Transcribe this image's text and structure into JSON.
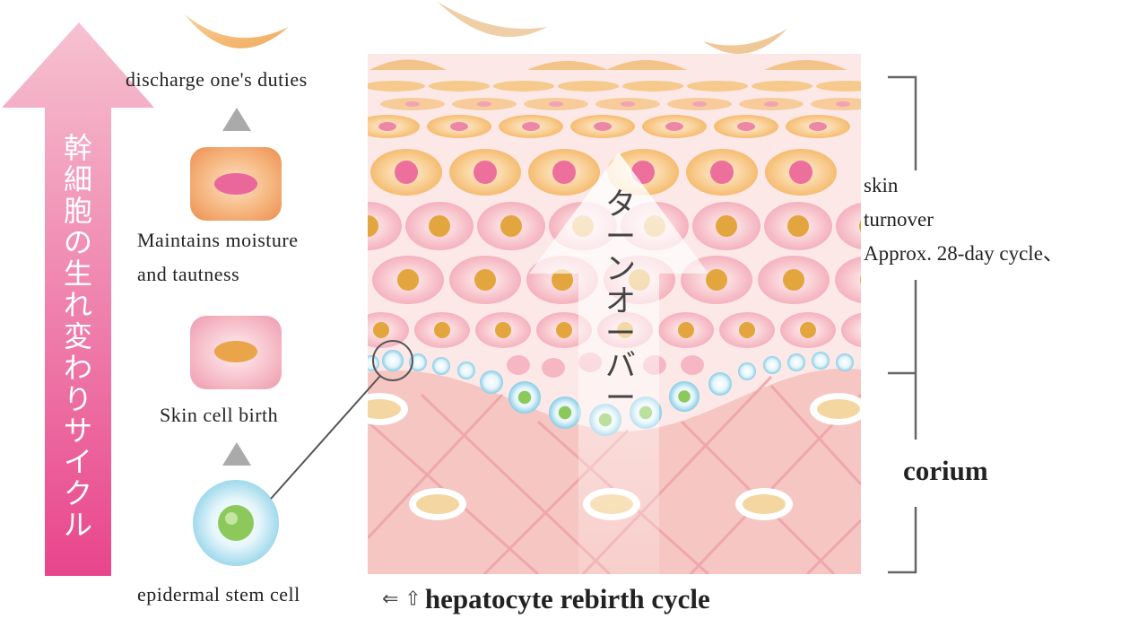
{
  "cycle_arrow": {
    "label_chars": [
      "幹",
      "細",
      "胞",
      "の",
      "生",
      "れ",
      "変",
      "わ",
      "り",
      "サ",
      "イ",
      "ク",
      "ル"
    ],
    "color_top": "#f4b6c6",
    "color_bottom": "#e8488f"
  },
  "stages": [
    {
      "label": "discharge one's duties"
    },
    {
      "label": "Maintains moisture"
    },
    {
      "label": "and tautness"
    },
    {
      "label": "Skin cell birth"
    },
    {
      "label": "epidermal stem cell"
    }
  ],
  "turnover_arrow": {
    "label_chars": [
      "タ",
      "ー",
      "ン",
      "オ",
      "ー",
      "バ",
      "ー"
    ]
  },
  "right_labels": {
    "skin_turnover": [
      "skin",
      "turnover",
      "Approx. 28-day cycle、"
    ],
    "corium": "corium"
  },
  "bottom_caption": {
    "arrows": "⇐ ⇧",
    "text": "hepatocyte rebirth cycle"
  },
  "colors": {
    "dermis": "#f6c7c3",
    "epidermis_bg": "#fde4e4",
    "pink_cell": "#f4b3bd",
    "orange_cell": "#f6bd70",
    "stem_blue": "#8fd3ea",
    "nucleus_green": "#8dc95a",
    "grey_triangle": "#aaaaaa"
  }
}
